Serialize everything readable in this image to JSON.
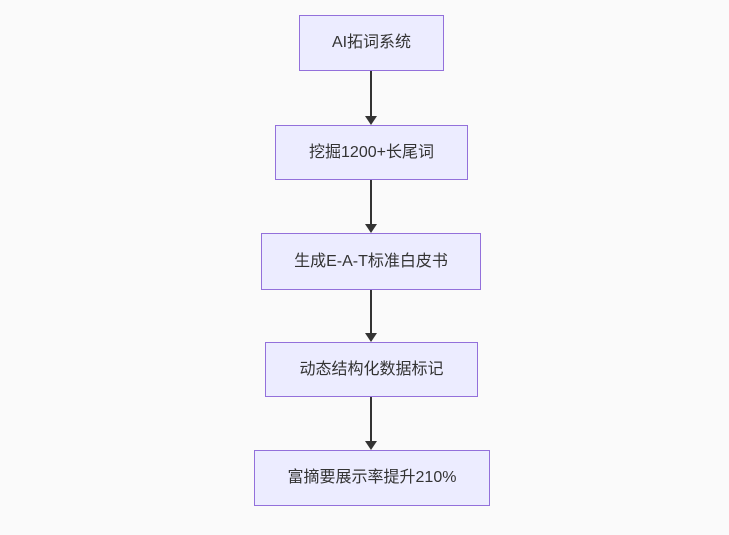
{
  "diagram": {
    "type": "flowchart",
    "direction": "top-down",
    "nodes": [
      {
        "id": "n1",
        "label": "AI拓词系统"
      },
      {
        "id": "n2",
        "label": "挖掘1200+长尾词"
      },
      {
        "id": "n3",
        "label": "生成E-A-T标准白皮书"
      },
      {
        "id": "n4",
        "label": "动态结构化数据标记"
      },
      {
        "id": "n5",
        "label": "富摘要展示率提升210%"
      }
    ],
    "edges": [
      {
        "from": "n1",
        "to": "n2"
      },
      {
        "from": "n2",
        "to": "n3"
      },
      {
        "from": "n3",
        "to": "n4"
      },
      {
        "from": "n4",
        "to": "n5"
      }
    ],
    "colors": {
      "node_fill": "#ECECFF",
      "node_border": "#9370DB",
      "text": "#333333",
      "arrow": "#333333",
      "background": "#FAFAFA"
    }
  }
}
